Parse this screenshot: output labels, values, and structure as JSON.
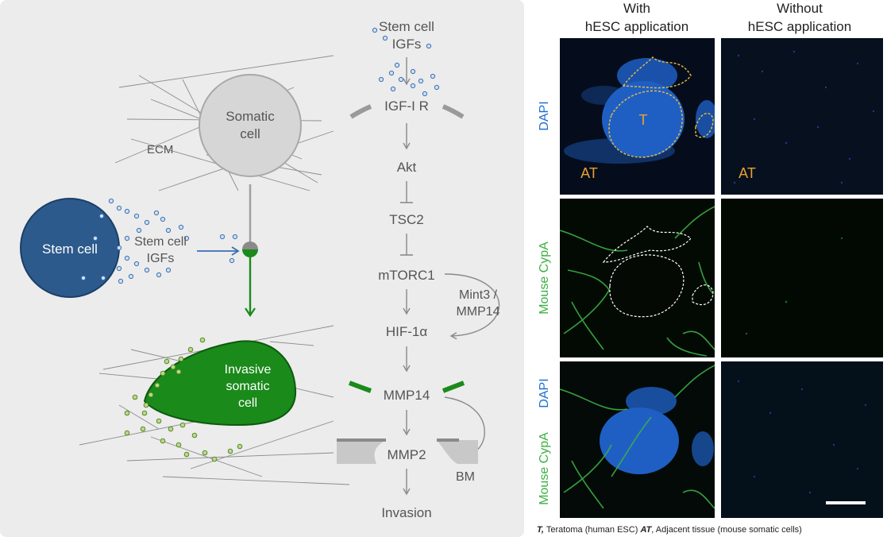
{
  "left_schematic": {
    "somatic_cell_line1": "Somatic",
    "somatic_cell_line2": "cell",
    "ecm_label": "ECM",
    "stem_cell_label": "Stem cell",
    "stem_igfs_line1": "Stem cell",
    "stem_igfs_line2": "IGFs",
    "invasive_line1": "Invasive",
    "invasive_line2": "somatic",
    "invasive_line3": "cell"
  },
  "pathway": {
    "top_line1": "Stem cell",
    "top_line2": "IGFs",
    "igf1r": "IGF-I R",
    "akt": "Akt",
    "tsc2": "TSC2",
    "mtorc1": "mTORC1",
    "side_line1": "Mint3 /",
    "side_line2": "MMP14",
    "hif1a": "HIF-1α",
    "mmp14": "MMP14",
    "mmp2": "MMP2",
    "bm": "BM",
    "invasion": "Invasion"
  },
  "micrographs": {
    "col1_line1": "With",
    "col1_line2": "hESC application",
    "col2_line1": "Without",
    "col2_line2": "hESC application",
    "row1_label": "DAPI",
    "row2_label": "Mouse CypA",
    "row3_label_green": "Mouse CypA",
    "row3_label_blue": "DAPI",
    "t_label": "T",
    "at_label": "AT",
    "at_label_right": "AT",
    "colors": {
      "dapi_blue": "#1f6fd1",
      "cypa_green": "#3cb043",
      "annotation_orange": "#e8a030"
    }
  },
  "footer": {
    "t_key": "T,",
    "t_text": " Teratoma (human ESC)  ",
    "at_key": "AT",
    "at_text": ", Adjacent tissue (mouse somatic cells)"
  },
  "colors": {
    "panel_bg": "#ececec",
    "stem_cell": "#2c5a8c",
    "invasive_cell": "#1a8a1a",
    "arrow_gray": "#8a8a8a"
  }
}
